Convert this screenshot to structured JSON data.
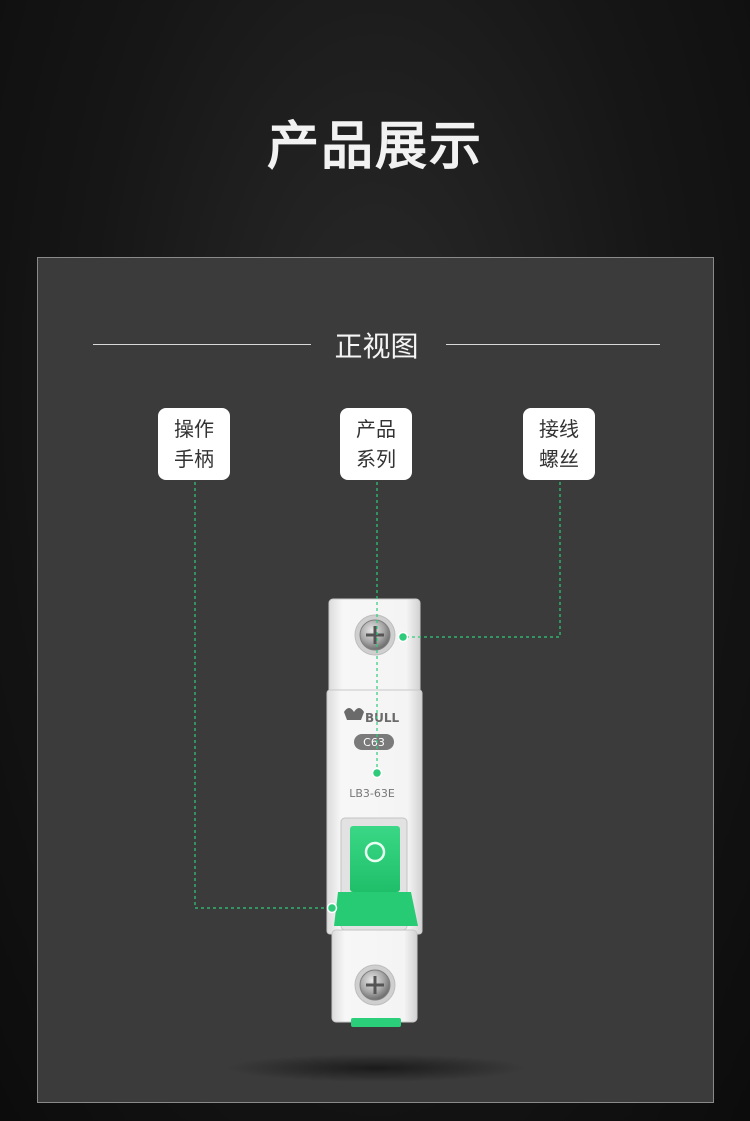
{
  "header": {
    "title": "产品展示"
  },
  "section": {
    "title": "正视图"
  },
  "callouts": [
    {
      "line1": "操作",
      "line2": "手柄"
    },
    {
      "line1": "产品",
      "line2": "系列"
    },
    {
      "line1": "接线",
      "line2": "螺丝"
    }
  ],
  "product": {
    "brand": "BULL",
    "rating": "C63",
    "model": "LB3-63E"
  },
  "colors": {
    "accent_green": "#2ecc7a",
    "leader_line": "#2ecc7a",
    "panel_bg": "#3b3b3b",
    "page_bg": "#111111"
  }
}
